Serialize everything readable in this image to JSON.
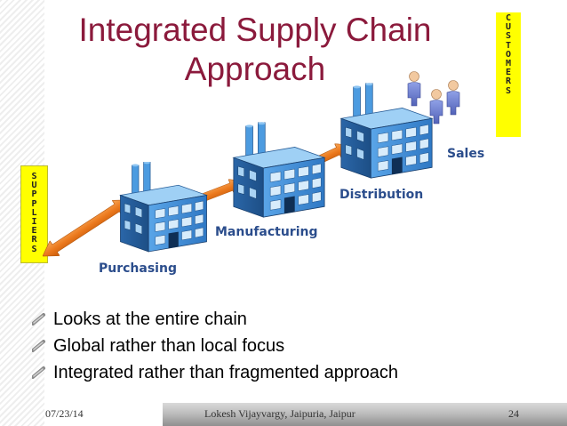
{
  "title": {
    "line1": "Integrated  Supply Chain",
    "line2": "Approach"
  },
  "customers_label": [
    "C",
    "U",
    "S",
    "T",
    "O",
    "M",
    "E",
    "R",
    "S"
  ],
  "suppliers_label": [
    "S",
    "U",
    "P",
    "P",
    "L",
    "I",
    "E",
    "R",
    "S"
  ],
  "stages": {
    "purchasing": "Purchasing",
    "manufacturing": "Manufacturing",
    "distribution": "Distribution",
    "sales": "Sales"
  },
  "bullets": [
    "Looks at the entire chain",
    "Global rather than local focus",
    "Integrated rather than fragmented approach"
  ],
  "footer": {
    "date": "07/23/14",
    "author": "Lokesh Vijayvargy, Jaipuria, Jaipur",
    "page": "24"
  },
  "colors": {
    "title": "#8b1a3c",
    "stage_label": "#2b4d8c",
    "side_box": "#ffff00",
    "arrow": "#ec7a1e",
    "building": "#3f8fd8"
  },
  "icons": {
    "factory": "factory-icon",
    "customer": "person-icon",
    "bullet": "stick-bullet-icon"
  }
}
